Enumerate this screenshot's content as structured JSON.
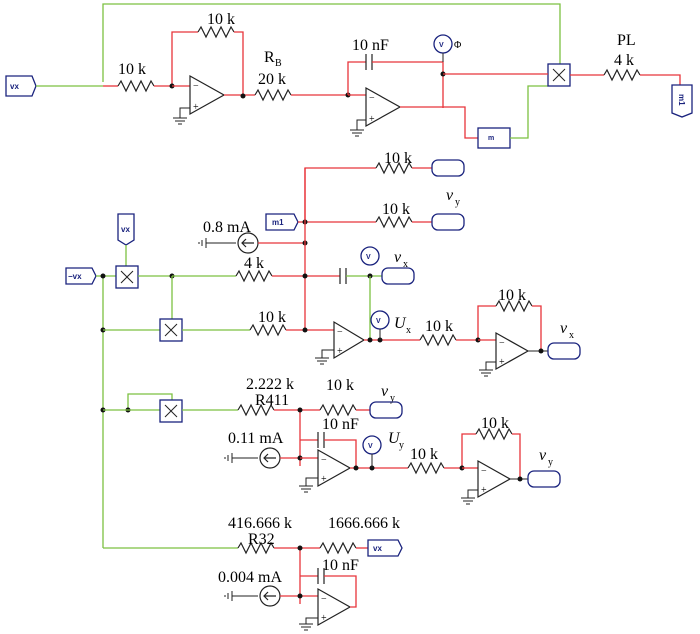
{
  "diagram": {
    "labels": {
      "r_fb_top": "10 k",
      "r_in_top": "10 k",
      "rb_name": "R",
      "rb_sub": "B",
      "rb_value": "20 k",
      "cap_top": "10 nF",
      "pl_name": "PL",
      "pl_value": "4 k",
      "r_m1_a": "10 k",
      "r_m1_b": "10 k",
      "vy_a": "v",
      "vy_a_sub": "y",
      "current_1": "0.8 mA",
      "r_4k": "4 k",
      "vx_a": "v",
      "vx_a_sub": "x",
      "r_mid": "10 k",
      "ux": "U",
      "ux_sub": "x",
      "r_ux": "10 k",
      "r_fb_2": "10 k",
      "vx_b": "v",
      "vx_b_sub": "x",
      "r_2222": "2.222 k",
      "r411": "R411",
      "r_10k_c": "10 k",
      "vy_b": "v",
      "vy_b_sub": "y",
      "current_2": "0.11 mA",
      "cap_2": "10 nF",
      "uy": "U",
      "uy_sub": "y",
      "r_uy": "10 k",
      "r_fb_3": "10 k",
      "vy_c": "v",
      "vy_c_sub": "y",
      "r_416": "416.666 k",
      "r32": "R32",
      "r_1666": "1666.666 k",
      "current_3": "0.004 mA",
      "cap_3": "10 nF"
    },
    "ports": {
      "vx_in": "vx",
      "vx_col": "vx",
      "vx_neg": "−vx",
      "m1_out": "m1",
      "m1_in": "m1",
      "vx_out3": "vx"
    },
    "meters": {
      "vphi": "V",
      "vphi_sub": "Φ",
      "m_vx": "V",
      "m_ux": "V",
      "m_uy": "V"
    }
  }
}
